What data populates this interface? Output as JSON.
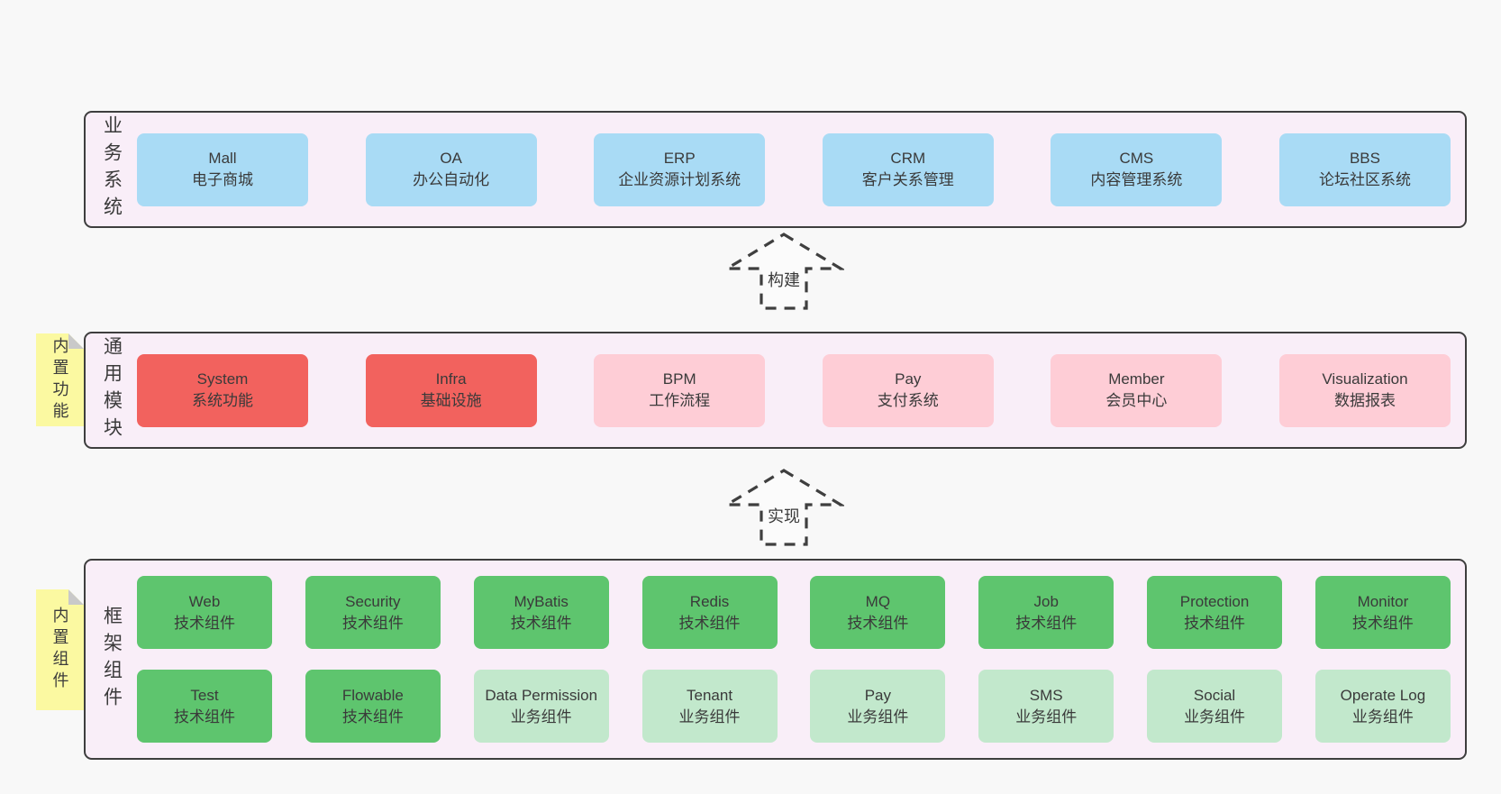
{
  "page": {
    "background": "#f8f8f8"
  },
  "colors": {
    "panel_background": "#f9eef8",
    "panel_border": "#3e3e3e",
    "business_box_blue": "#a9dbf5",
    "core_module_red": "#f2625e",
    "module_pink": "#fecdd6",
    "tech_component_green": "#5ec56e",
    "biz_component_light_green": "#c2e8cc",
    "sticky_yellow": "#fbf9a1",
    "sticky_fold_gray": "#c9c9c9",
    "text": "#3a3a3a"
  },
  "arrows": [
    {
      "label": "构建"
    },
    {
      "label": "实现"
    }
  ],
  "layers": {
    "business": {
      "label": "业务系统",
      "boxes": [
        {
          "en": "Mall",
          "zh": "电子商城"
        },
        {
          "en": "OA",
          "zh": "办公自动化"
        },
        {
          "en": "ERP",
          "zh": "企业资源计划系统"
        },
        {
          "en": "CRM",
          "zh": "客户关系管理"
        },
        {
          "en": "CMS",
          "zh": "内容管理系统"
        },
        {
          "en": "BBS",
          "zh": "论坛社区系统"
        }
      ]
    },
    "modules": {
      "label": "通用模块",
      "sticky": "内置功能",
      "boxes": [
        {
          "en": "System",
          "zh": "系统功能"
        },
        {
          "en": "Infra",
          "zh": "基础设施"
        },
        {
          "en": "BPM",
          "zh": "工作流程"
        },
        {
          "en": "Pay",
          "zh": "支付系统"
        },
        {
          "en": "Member",
          "zh": "会员中心"
        },
        {
          "en": "Visualization",
          "zh": "数据报表"
        }
      ]
    },
    "components": {
      "label": "框架组件",
      "sticky": "内置组件",
      "row1": [
        {
          "en": "Web",
          "zh": "技术组件"
        },
        {
          "en": "Security",
          "zh": "技术组件"
        },
        {
          "en": "MyBatis",
          "zh": "技术组件"
        },
        {
          "en": "Redis",
          "zh": "技术组件"
        },
        {
          "en": "MQ",
          "zh": "技术组件"
        },
        {
          "en": "Job",
          "zh": "技术组件"
        },
        {
          "en": "Protection",
          "zh": "技术组件"
        },
        {
          "en": "Monitor",
          "zh": "技术组件"
        }
      ],
      "row2": [
        {
          "en": "Test",
          "zh": "技术组件"
        },
        {
          "en": "Flowable",
          "zh": "技术组件"
        },
        {
          "en": "Data Permission",
          "zh": "业务组件"
        },
        {
          "en": "Tenant",
          "zh": "业务组件"
        },
        {
          "en": "Pay",
          "zh": "业务组件"
        },
        {
          "en": "SMS",
          "zh": "业务组件"
        },
        {
          "en": "Social",
          "zh": "业务组件"
        },
        {
          "en": "Operate Log",
          "zh": "业务组件"
        }
      ]
    }
  }
}
